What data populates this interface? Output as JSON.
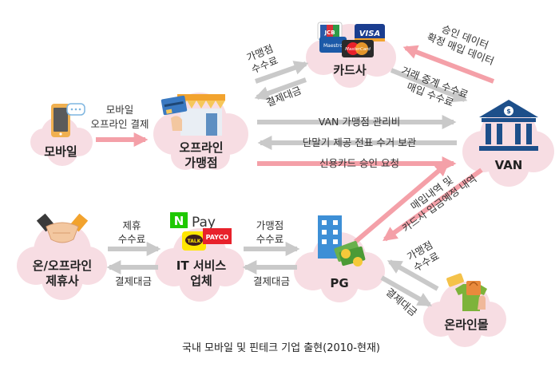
{
  "nodes": {
    "mobile": "모바일",
    "offline_store_1": "오프라인",
    "offline_store_2": "가맹점",
    "card_company": "카드사",
    "van": "VAN",
    "pg": "PG",
    "online_mall": "온라인몰",
    "it_service_1": "IT 서비스",
    "it_service_2": "업체",
    "partner_1": "온/오프라인",
    "partner_2": "제휴사"
  },
  "logos": {
    "npay_n": "N",
    "npay_pay": "Pay",
    "kakaotalk": "TALK",
    "payco": "PAYCO",
    "jcb": "JCB",
    "visa": "VISA",
    "maestro": "Maestro",
    "mastercard": "MasterCard"
  },
  "flows": {
    "mobile_to_store_1": "모바일",
    "mobile_to_store_2": "오프라인 결제",
    "store_card_fee_1": "가맹점",
    "store_card_fee_2": "수수료",
    "card_store_settle": "결제대금",
    "van_card_approval_1": "승인 데이터",
    "van_card_approval_2": "확정 매입 데이터",
    "card_van_fee_1": "거래 중계 수수료",
    "card_van_fee_2": "매입 수수료",
    "store_van_mgmt": "VAN 가맹점 관리비",
    "van_store_service": "단말기 제공 전표 수거 보관",
    "store_van_request": "신용카드 승인 요청",
    "van_pg_1": "매입내역 및",
    "van_pg_2": "카드사 입금예정 내역",
    "mall_pg_fee_1": "가맹점",
    "mall_pg_fee_2": "수수료",
    "pg_mall_settle": "결제대금",
    "partner_it_fee_1": "제휴",
    "partner_it_fee_2": "수수료",
    "it_partner_settle": "결제대금",
    "it_pg_fee_1": "가맹점",
    "it_pg_fee_2": "수수료",
    "pg_it_settle": "결제대금"
  },
  "caption": "국내 모바일 및 핀테크 기업 출현(2010-현재)",
  "colors": {
    "pink_arrow": "#f4a0a8",
    "gray_arrow": "#c9c9c9",
    "cloud": "#f7dde3",
    "van_blue": "#1d4f8a"
  },
  "icons": [
    "smartphone-icon",
    "store-card-icon",
    "credit-cards-icon",
    "bank-icon",
    "building-money-icon",
    "shopping-cart-icon",
    "handshake-icon",
    "payment-logos-icon"
  ]
}
